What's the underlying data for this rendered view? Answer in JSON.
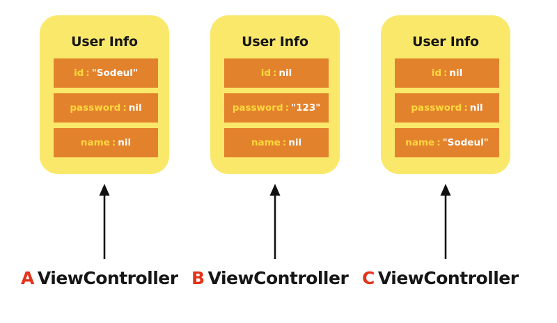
{
  "diagram": {
    "title_text": "User Info",
    "colors": {
      "card_background": "#FAE86B",
      "field_background": "#E3822D",
      "field_key_text": "#FFD93D",
      "field_value_text": "#FFFFFF",
      "label_letter": "#E4321B",
      "label_text": "#161616",
      "arrow": "#111111",
      "page_background": "#FFFFFF"
    },
    "columns": [
      {
        "card_title": "User Info",
        "fields": [
          {
            "key": "id",
            "separator": ":",
            "value": "\"Sodeul\""
          },
          {
            "key": "password",
            "separator": ":",
            "value": "nil"
          },
          {
            "key": "name",
            "separator": ":",
            "value": "nil"
          }
        ],
        "arrow": {
          "direction": "up",
          "name": "arrow-up"
        },
        "label_letter": "A",
        "label_text": "ViewController"
      },
      {
        "card_title": "User Info",
        "fields": [
          {
            "key": "id",
            "separator": ":",
            "value": "nil"
          },
          {
            "key": "password",
            "separator": ":",
            "value": "\"123\""
          },
          {
            "key": "name",
            "separator": ":",
            "value": "nil"
          }
        ],
        "arrow": {
          "direction": "up",
          "name": "arrow-up"
        },
        "label_letter": "B",
        "label_text": "ViewController"
      },
      {
        "card_title": "User Info",
        "fields": [
          {
            "key": "id",
            "separator": ":",
            "value": "nil"
          },
          {
            "key": "password",
            "separator": ":",
            "value": "nil"
          },
          {
            "key": "name",
            "separator": ":",
            "value": "\"Sodeul\""
          }
        ],
        "arrow": {
          "direction": "up",
          "name": "arrow-up"
        },
        "label_letter": "C",
        "label_text": "ViewController"
      }
    ]
  }
}
